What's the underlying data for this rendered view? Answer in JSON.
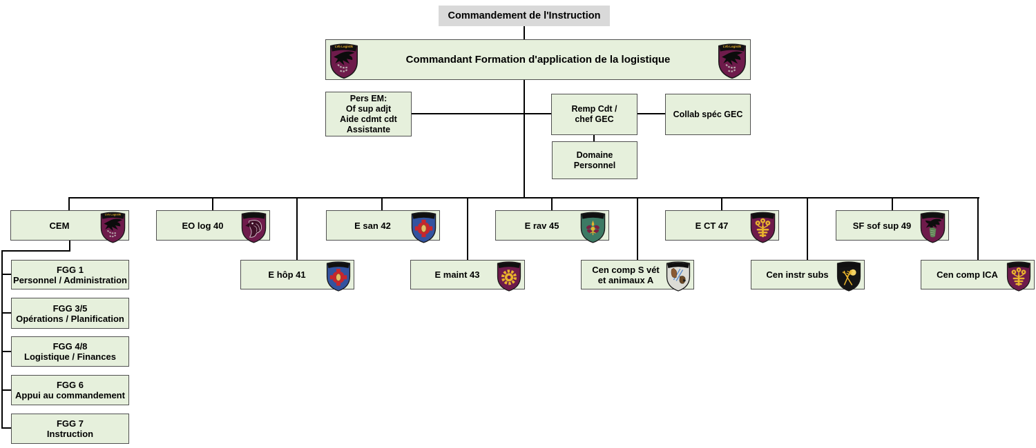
{
  "colors": {
    "box_green": "#e6f0dc",
    "box_gray": "#d9d9d9",
    "box_border": "#4f4f4f",
    "connector": "#000000",
    "maroon": "#6e1b4b",
    "medical_blue": "#33539f",
    "rav_green": "#3d7a64",
    "subs_black": "#141414",
    "vet_gray": "#dcdcd6",
    "gold": "#e9b42c"
  },
  "root": {
    "label": "Commandement de l'Instruction"
  },
  "commander": {
    "label": "Commandant Formation d'application de la logistique",
    "badge_left": {
      "type": "lvb-eagle",
      "bg": "#6e1b4b",
      "band_text": "LVb Logistik"
    },
    "badge_right": {
      "type": "lvb-eagle",
      "bg": "#6e1b4b",
      "band_text": "LVb Logistik"
    }
  },
  "staff": {
    "pers_em": {
      "label": "Pers EM:\nOf sup adjt\nAide cdmt cdt\nAssistante"
    },
    "remp_cdt": {
      "label": "Remp Cdt /\nchef GEC"
    },
    "collab_gec": {
      "label": "Collab spéc GEC"
    },
    "domaine_personnel": {
      "label": "Domaine\nPersonnel"
    }
  },
  "units": {
    "cem": {
      "label": "CEM",
      "badge": {
        "type": "lvb-eagle",
        "bg": "#6e1b4b",
        "band_text": "LVb Logistik"
      }
    },
    "eo_log_40": {
      "label": "EO log 40",
      "badge": {
        "type": "eagle-head",
        "bg": "#6e1b4b"
      }
    },
    "e_san_42": {
      "label": "E san 42",
      "badge": {
        "type": "med-cross",
        "bg": "#33539f"
      }
    },
    "e_rav_45": {
      "label": "E rav 45",
      "badge": {
        "type": "rosette",
        "bg": "#3d7a64"
      }
    },
    "e_ct_47": {
      "label": "E CT 47",
      "badge": {
        "type": "gold-tree",
        "bg": "#6e1b4b"
      }
    },
    "sf_sof_sup_49": {
      "label": "SF sof sup 49",
      "badge": {
        "type": "eagle-perched",
        "bg": "#6e1b4b"
      }
    },
    "e_hop_41": {
      "label": "E hôp 41",
      "badge": {
        "type": "med-cross",
        "bg": "#33539f"
      }
    },
    "e_maint_43": {
      "label": "E maint 43",
      "badge": {
        "type": "gear",
        "bg": "#6e1b4b"
      }
    },
    "cen_comp_s_vet": {
      "label": "Cen comp S vét\net animaux A",
      "badge": {
        "type": "horse-dog",
        "bg": "#dcdcd6"
      }
    },
    "cen_instr_subs": {
      "label": "Cen instr subs",
      "badge": {
        "type": "wheat-sun",
        "bg": "#141414"
      }
    },
    "cen_comp_ica": {
      "label": "Cen comp ICA",
      "badge": {
        "type": "gold-tree",
        "bg": "#6e1b4b"
      }
    }
  },
  "fgg": [
    {
      "label": "FGG 1\nPersonnel / Administration"
    },
    {
      "label": "FGG 3/5\nOpérations / Planification"
    },
    {
      "label": "FGG 4/8\nLogistique / Finances"
    },
    {
      "label": "FGG 6\nAppui au commandement"
    },
    {
      "label": "FGG 7\nInstruction"
    }
  ]
}
